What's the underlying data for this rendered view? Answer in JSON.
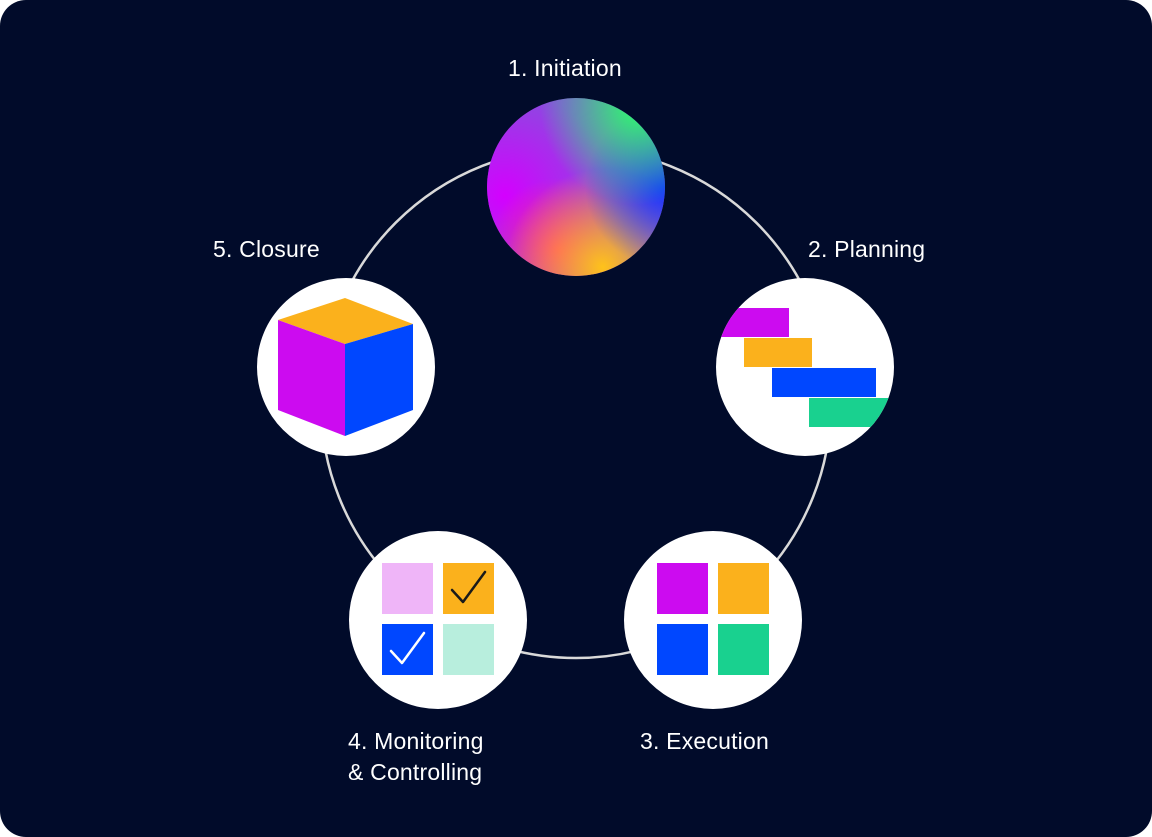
{
  "diagram": {
    "stages": [
      {
        "id": "initiation",
        "label": "1. Initiation",
        "icon": "gradient-orb-icon"
      },
      {
        "id": "planning",
        "label": "2. Planning",
        "icon": "gantt-bars-icon"
      },
      {
        "id": "execution",
        "label": "3. Execution",
        "icon": "color-grid-icon"
      },
      {
        "id": "monitoring",
        "label_line1": "4. Monitoring",
        "label_line2": "& Controlling",
        "icon": "checklist-grid-icon"
      },
      {
        "id": "closure",
        "label": "5. Closure",
        "icon": "cube-icon"
      }
    ],
    "colors": {
      "background": "#010b2a",
      "ring": "#d9d9d9",
      "magenta": "#cc0bf0",
      "orange": "#fbb11c",
      "blue": "#0047ff",
      "green": "#19d18f",
      "light_pink": "#efb5f8",
      "light_mint": "#b8eedd"
    }
  }
}
